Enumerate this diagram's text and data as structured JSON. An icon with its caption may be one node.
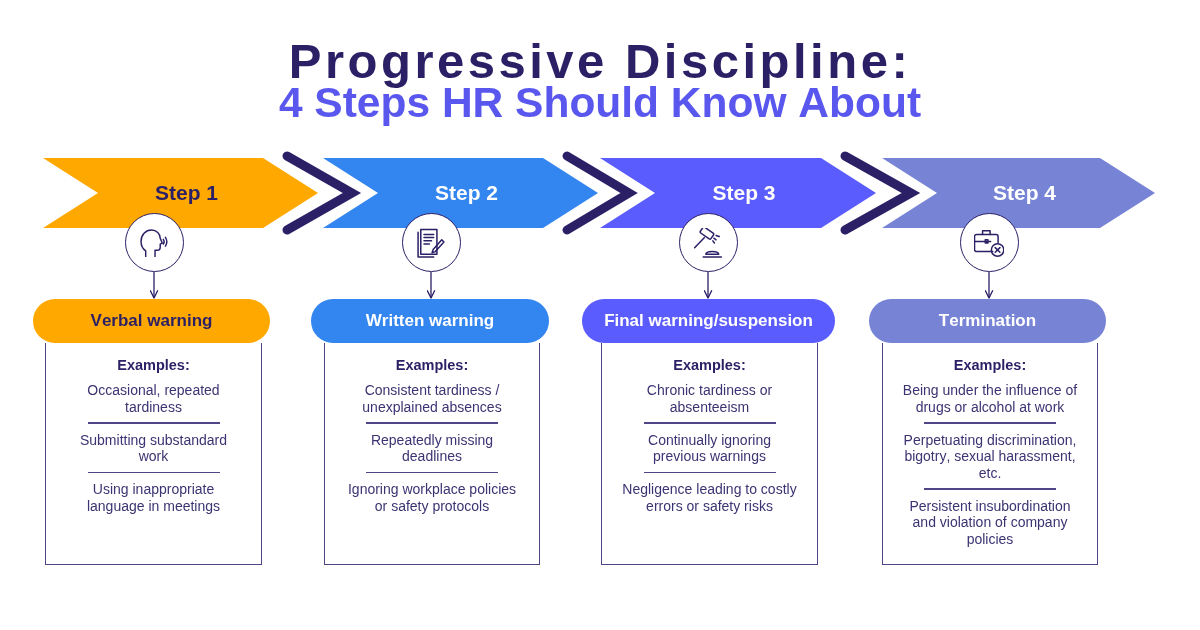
{
  "diagram": {
    "title": "Progressive Discipline: 4 Steps HR Should Know About",
    "nodes": [
      {
        "text": [
          "Step 1"
        ]
      },
      {
        "text": [
          "Step 2"
        ]
      },
      {
        "text": [
          "Step 3"
        ]
      },
      {
        "text": [
          "Step 4"
        ]
      },
      {
        "text": [],
        "shape": "circle"
      },
      {
        "text": [],
        "shape": "circle"
      },
      {
        "text": [],
        "shape": "circle"
      },
      {
        "text": [],
        "shape": "circle"
      },
      {
        "text": [
          "Verbal warning"
        ]
      },
      {
        "text": [
          "Written warning"
        ]
      },
      {
        "text": [
          "Final warning/suspension"
        ]
      },
      {
        "text": [
          "Termination"
        ]
      },
      {
        "text": [
          "Examples:",
          "Occasional, repeated tardiness",
          "Submitting substandard work",
          "Using inappropriate language in meetings"
        ]
      },
      {
        "text": [
          "Examples:",
          "Consistent tardiness / unexplained absences",
          "Repeatedly missing deadlines",
          "Ignoring workplace policies or safety protocols"
        ]
      },
      {
        "text": [
          "Examples:",
          "Chronic tardiness or absenteeism",
          "Continually ignoring previous warnings",
          "Negligence leading to costly errors or safety risks"
        ]
      },
      {
        "text": [
          "Examples:",
          "Being under the influence of drugs or alcohol at work",
          "Perpetuating discrimination, bigotry, sexual harassment, etc.",
          "Persistent insubordination and violation of company policies"
        ]
      }
    ],
    "edges": [
      {
        "from": 0,
        "to": 1,
        "arrow": "to",
        "style": "thick"
      },
      {
        "from": 1,
        "to": 2,
        "arrow": "to",
        "style": "thick"
      },
      {
        "from": 2,
        "to": 3,
        "arrow": "to",
        "style": "thick"
      },
      {
        "from": 4,
        "to": 8,
        "arrow": "to"
      },
      {
        "from": 5,
        "to": 9,
        "arrow": "to"
      },
      {
        "from": 6,
        "to": 10,
        "arrow": "to"
      },
      {
        "from": 7,
        "to": 11,
        "arrow": "to"
      }
    ]
  }
}
